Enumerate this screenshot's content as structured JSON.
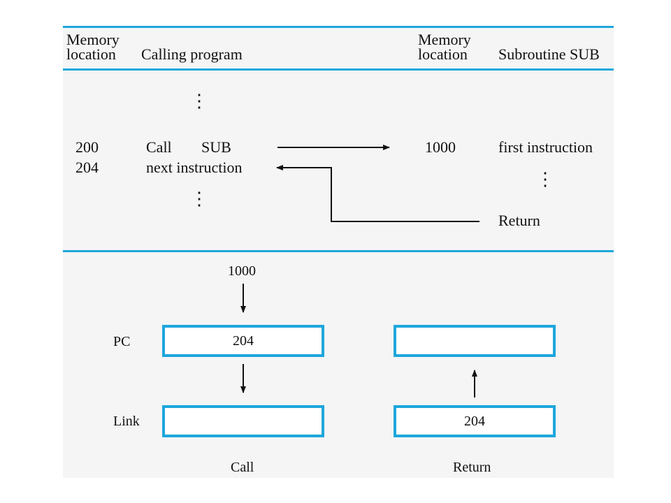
{
  "table": {
    "left_header_memory": "Memory",
    "left_header_location": "location",
    "left_header_program": "Calling program",
    "right_header_memory": "Memory",
    "right_header_location": "location",
    "right_header_subroutine": "Subroutine SUB",
    "caller_rows": [
      {
        "address": "200",
        "instruction": "Call",
        "operand": "SUB"
      },
      {
        "address": "204",
        "instruction": "next instruction"
      }
    ],
    "subroutine_rows": [
      {
        "address": "1000",
        "instruction": "first instruction"
      },
      {
        "address": "",
        "instruction": "Return"
      }
    ],
    "ellipsis": "⋮"
  },
  "registers": {
    "pc_label": "PC",
    "link_label": "Link",
    "incoming_value": "1000",
    "call": {
      "caption": "Call",
      "pc_value": "204",
      "link_value": ""
    },
    "return": {
      "caption": "Return",
      "pc_value": "",
      "link_value": "204"
    }
  },
  "colors": {
    "rule": "#1ea7dc",
    "register_border": "#1ea7dc",
    "panel_background": "#f5f5f5",
    "text": "#111111"
  }
}
